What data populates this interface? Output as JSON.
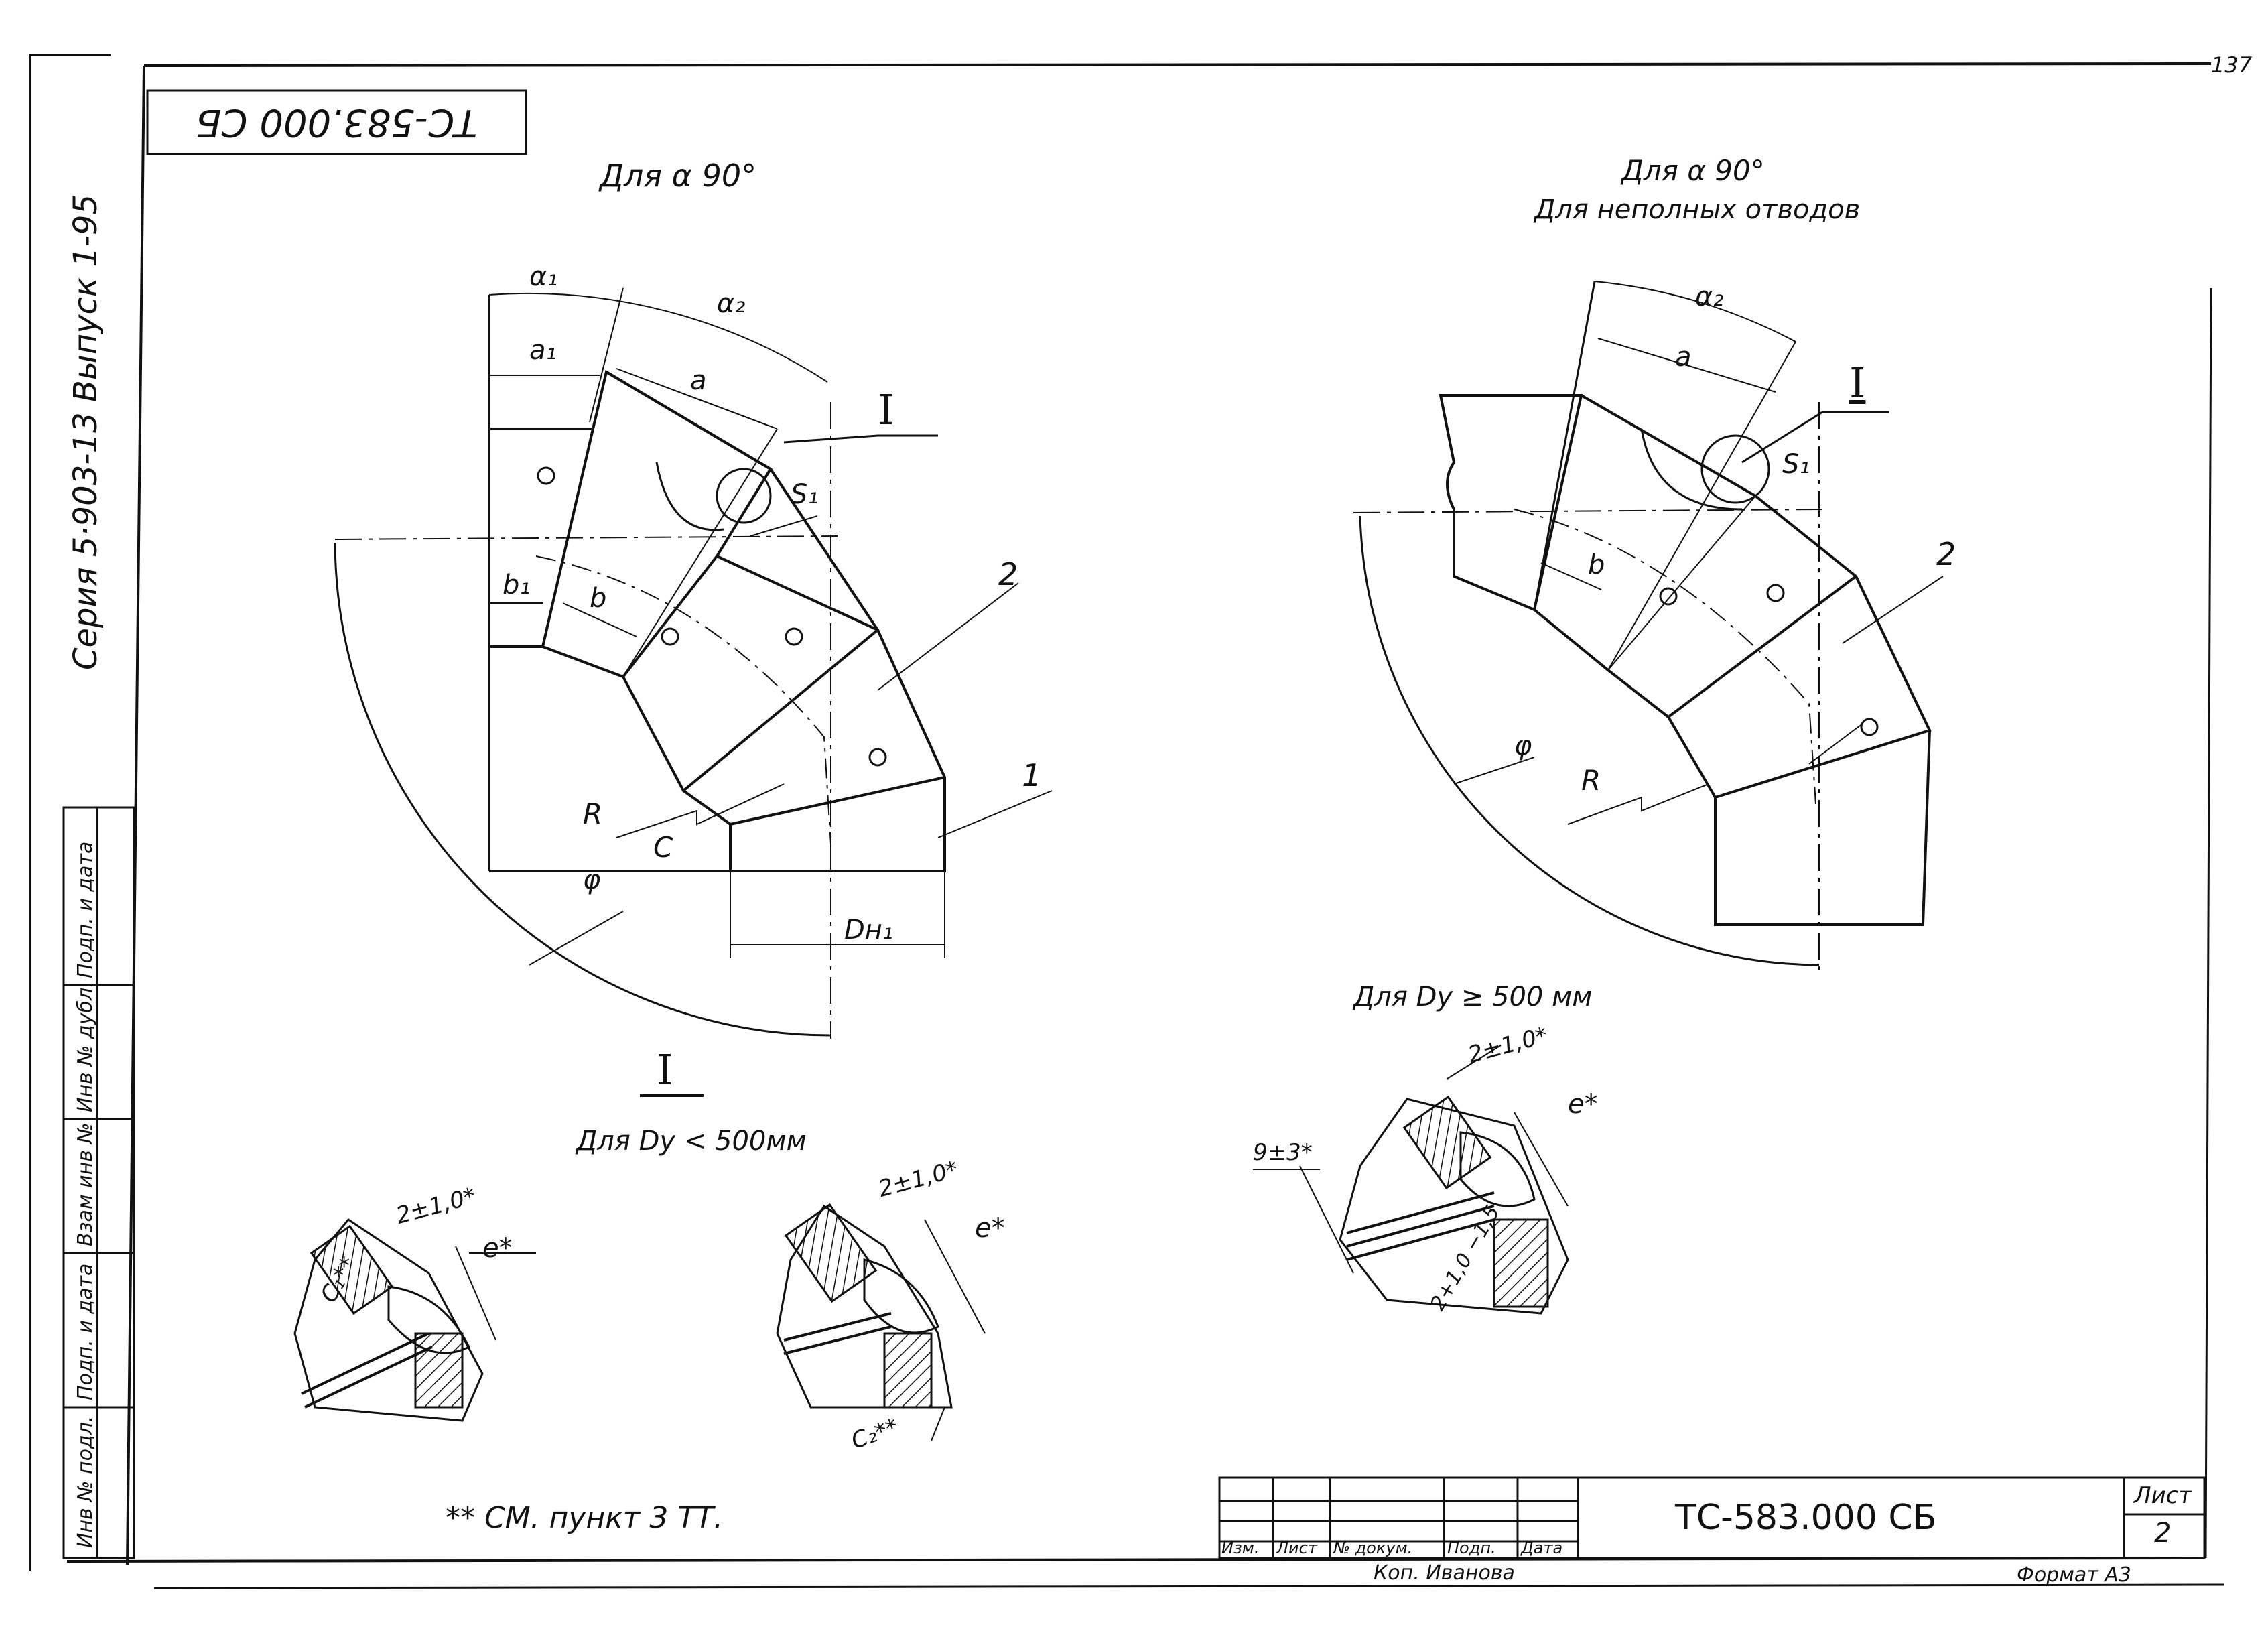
{
  "sheet": {
    "page_number": "137",
    "stamp_code_rotated": "ТС-583.000 СБ",
    "series_vertical": "Серия 5·903-13 Выпуск 1-95",
    "notes": {
      "footnote": "** СМ. пункт 3 ТТ."
    }
  },
  "left_margin_table": {
    "cells": [
      "Инв № подл.",
      "Подп. и дата",
      "Взам инв №",
      "Инв № дубл.",
      "Подп. и дата"
    ]
  },
  "view_left": {
    "title": "Для α 90°",
    "labels": {
      "alpha1": "α₁",
      "alpha2": "α₂",
      "a1": "a₁",
      "a": "a",
      "b1": "b₁",
      "b": "b",
      "s1": "S₁",
      "roman": "I",
      "n2": "2",
      "n1": "1",
      "R": "R",
      "C": "C",
      "phi": "φ",
      "dh1": "Dн₁"
    }
  },
  "view_right": {
    "title": "Для α 90°",
    "subtitle": "Для неполных отводов",
    "labels": {
      "alpha2": "α₂",
      "a": "a",
      "b": "b",
      "s1": "S₁",
      "roman": "I",
      "n2": "2",
      "R": "R",
      "phi": "φ"
    }
  },
  "detail_small": {
    "roman": "I",
    "title": "Для Dy < 500мм",
    "left": {
      "gap": "2±1,0*",
      "e": "e*",
      "c1": "C₁**"
    },
    "right": {
      "gap": "2±1,0*",
      "e": "e*",
      "c2": "C₂**"
    }
  },
  "detail_large": {
    "title": "Для Dy ≥ 500 мм",
    "gap_top": "2±1,0*",
    "e": "e*",
    "dim": "9±3*",
    "gap_bottom": "2+1,0 −1,5"
  },
  "title_block": {
    "code": "ТС-583.000 СБ",
    "headers": [
      "Изм.",
      "Лист",
      "№ докум.",
      "Подп.",
      "Дата"
    ],
    "sheet_label": "Лист",
    "sheet_number": "2",
    "copied_by": "Коп. Иванова",
    "format": "Формат А3"
  }
}
